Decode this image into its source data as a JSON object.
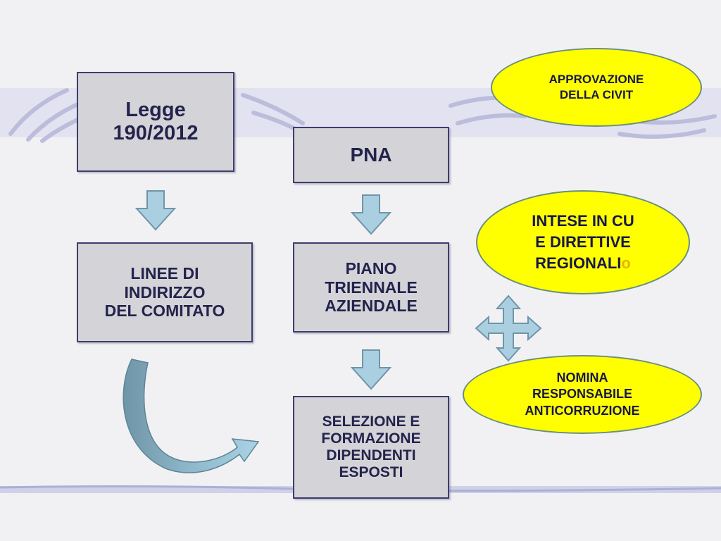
{
  "colors": {
    "box_fill": "#d4d4d8",
    "box_border": "#3d3d6e",
    "text": "#23234d",
    "ellipse_fill": "#ffff00",
    "arrow_fill": "#a9cfe0",
    "arrow_stroke": "#6f95a8"
  },
  "boxes": {
    "legge": {
      "lines": [
        "Legge",
        "190/2012"
      ]
    },
    "pna": {
      "lines": [
        "PNA"
      ]
    },
    "linee": {
      "lines": [
        "LINEE DI",
        "INDIRIZZO",
        "DEL COMITATO"
      ]
    },
    "piano": {
      "lines": [
        "PIANO",
        "TRIENNALE",
        "AZIENDALE"
      ]
    },
    "selezione": {
      "lines": [
        "SELEZIONE E",
        "FORMAZIONE",
        "DIPENDENTI",
        "ESPOSTI"
      ]
    }
  },
  "ellipses": {
    "approvazione": {
      "lines": [
        "APPROVAZIONE",
        "DELLA CIVIT"
      ]
    },
    "intese": {
      "lines": [
        "INTESE IN CU",
        "E DIRETTIVE",
        "REGIONALI"
      ],
      "suffix": "o"
    },
    "nomina": {
      "lines": [
        "NOMINA",
        "RESPONSABILE",
        "ANTICORRUZIONE"
      ]
    }
  },
  "icons": [
    "down-arrow-icon",
    "curved-arrow-icon",
    "four-way-arrow-icon"
  ]
}
